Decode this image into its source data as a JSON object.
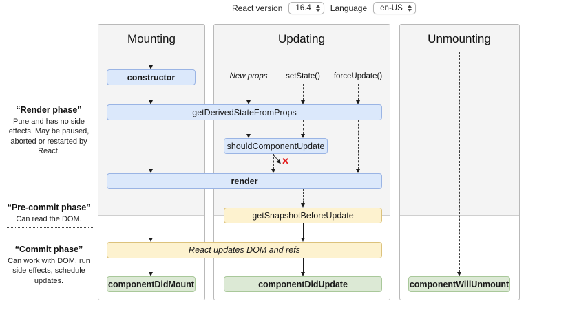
{
  "toolbar": {
    "react_version_label": "React version",
    "react_version_value": "16.4",
    "language_label": "Language",
    "language_value": "en-US"
  },
  "columns": {
    "mounting": {
      "title": "Mounting"
    },
    "updating": {
      "title": "Updating",
      "triggers": [
        "New props",
        "setState()",
        "forceUpdate()"
      ]
    },
    "unmounting": {
      "title": "Unmounting"
    }
  },
  "boxes": {
    "constructor": "constructor",
    "get_derived_state_from_props": "getDerivedStateFromProps",
    "should_component_update": "shouldComponentUpdate",
    "render": "render",
    "get_snapshot_before_update": "getSnapshotBeforeUpdate",
    "react_updates_dom": "React updates DOM and refs",
    "component_did_mount": "componentDidMount",
    "component_did_update": "componentDidUpdate",
    "component_will_unmount": "componentWillUnmount"
  },
  "phases": {
    "render": {
      "title": "“Render phase”",
      "description": "Pure and has no side effects. May be paused, aborted or restarted by React."
    },
    "pre_commit": {
      "title": "“Pre-commit phase”",
      "description": "Can read the DOM."
    },
    "commit": {
      "title": "“Commit phase”",
      "description": "Can work with DOM, run side effects, schedule updates."
    }
  },
  "diagram": {
    "x_mark": "✕"
  },
  "colors": {
    "box_blue": "#dbe8fb",
    "box_blue_border": "#9ab4e4",
    "box_yellow": "#fdf2cf",
    "box_yellow_border": "#dcc27c",
    "box_green": "#dce9d5",
    "box_green_border": "#a9c89a",
    "column_bg": "#f4f4f4",
    "error_red": "#e31b1b"
  }
}
